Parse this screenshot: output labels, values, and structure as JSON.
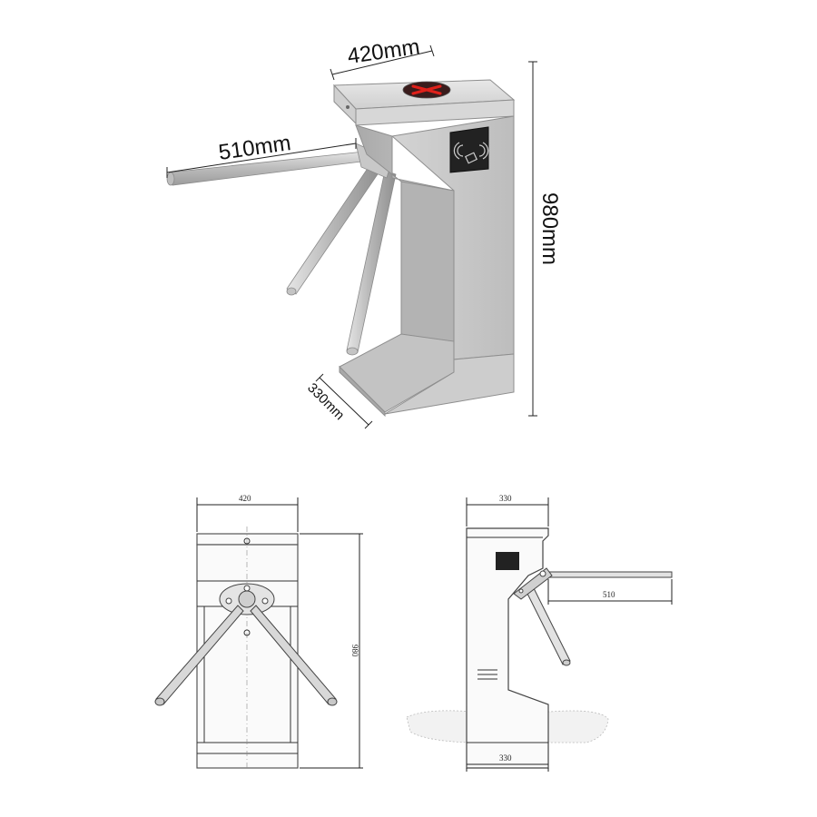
{
  "figure": {
    "top_view": {
      "width_label": "420mm",
      "arm_label": "510mm",
      "height_label": "980mm",
      "depth_label": "330mm"
    },
    "front_view": {
      "width_label": "420",
      "height_label": "980"
    },
    "side_view": {
      "top_width_label": "330",
      "arm_label": "510",
      "bottom_width_label": "330"
    },
    "colors": {
      "steel_light": "#d9d9d9",
      "steel_mid": "#b8b8b8",
      "steel_dark": "#9a9a9a",
      "indicator_red": "#e0201a",
      "reader_panel": "#222222"
    }
  }
}
